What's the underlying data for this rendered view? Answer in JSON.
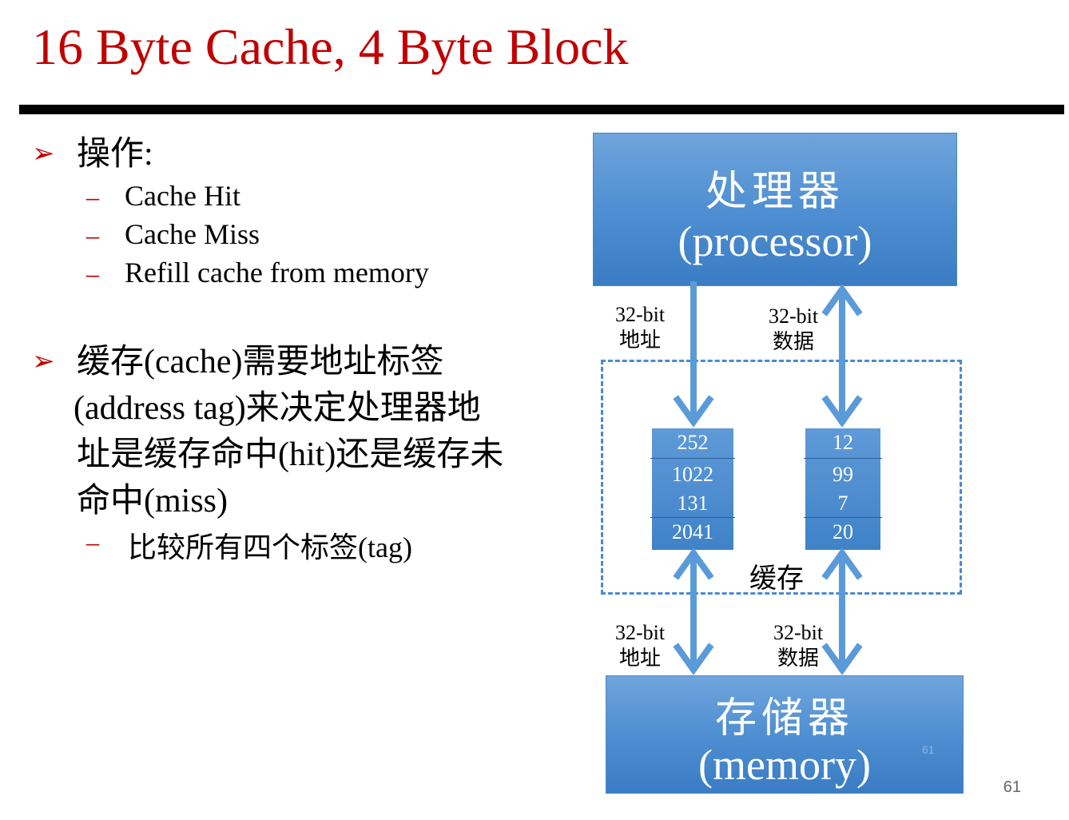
{
  "title": "16 Byte Cache, 4 Byte Block",
  "bullets": {
    "b1": "操作:",
    "b1_items": [
      "Cache Hit",
      "Cache Miss",
      "Refill cache from memory"
    ],
    "b2_lines": [
      "缓存(cache)需要地址标签",
      "(address tag)来决定处理器地",
      "址是缓存命中(hit)还是缓存未",
      "命中(miss)"
    ],
    "b2_items": [
      "比较所有四个标签(tag)"
    ]
  },
  "diagram": {
    "processor": {
      "zh": "处理器",
      "en": "(processor)"
    },
    "memory": {
      "zh": "存储器",
      "en": "(memory)"
    },
    "top_addr_label": [
      "32-bit",
      "地址"
    ],
    "top_data_label": [
      "32-bit",
      "数据"
    ],
    "bottom_addr_label": [
      "32-bit",
      "地址"
    ],
    "bottom_data_label": [
      "32-bit",
      "数据"
    ],
    "cache_label": "缓存",
    "tags": [
      "252",
      "1022",
      "131",
      "2041"
    ],
    "data": [
      "12",
      "99",
      "7",
      "20"
    ],
    "faint_number": "61"
  },
  "page_number": "61",
  "colors": {
    "title": "#c00000",
    "box": "#4f8fd2",
    "arrow": "#5b9ad8"
  }
}
